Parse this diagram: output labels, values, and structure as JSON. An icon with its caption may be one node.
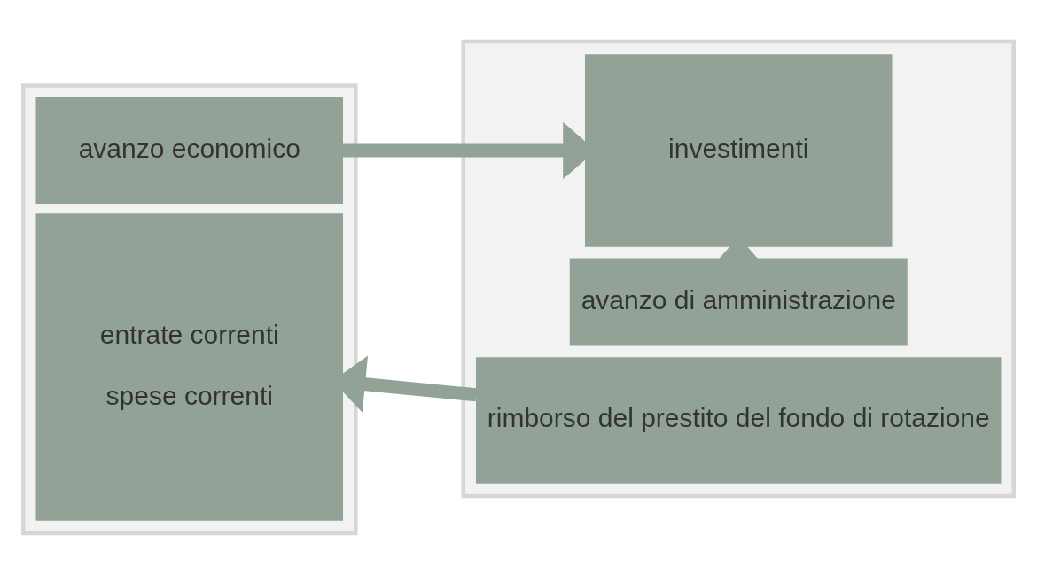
{
  "diagram": {
    "nodes": [
      {
        "text": [],
        "shape": "box"
      },
      {
        "text": [
          "avanzo economico"
        ],
        "in": 0
      },
      {
        "text": [
          "entrate correnti",
          "spese correnti"
        ],
        "in": 0
      },
      {
        "text": [],
        "shape": "box"
      },
      {
        "text": [
          "investimenti"
        ],
        "in": 3
      },
      {
        "text": [
          "avanzo di amministrazione"
        ],
        "in": 3
      },
      {
        "text": [
          "rimborso del prestito del fondo di rotazione"
        ],
        "in": 3
      }
    ],
    "edges": [
      {
        "from": 1,
        "to": 4,
        "arrow": "to"
      },
      {
        "from": 5,
        "to": 4,
        "arrow": "to"
      },
      {
        "from": 6,
        "to": 2,
        "arrow": "to"
      }
    ]
  }
}
